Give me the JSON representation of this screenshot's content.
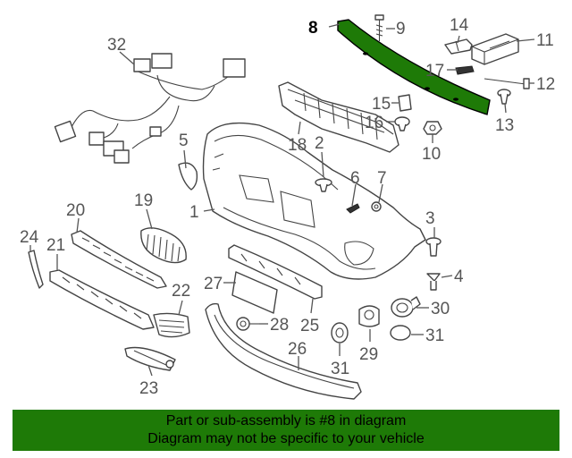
{
  "callouts": [
    {
      "id": "c1",
      "label": "1"
    },
    {
      "id": "c2",
      "label": "2"
    },
    {
      "id": "c3",
      "label": "3"
    },
    {
      "id": "c4",
      "label": "4"
    },
    {
      "id": "c5",
      "label": "5"
    },
    {
      "id": "c6",
      "label": "6"
    },
    {
      "id": "c7",
      "label": "7"
    },
    {
      "id": "c8",
      "label": "8"
    },
    {
      "id": "c9",
      "label": "9"
    },
    {
      "id": "c10",
      "label": "10"
    },
    {
      "id": "c11",
      "label": "11"
    },
    {
      "id": "c12",
      "label": "12"
    },
    {
      "id": "c13",
      "label": "13"
    },
    {
      "id": "c14",
      "label": "14"
    },
    {
      "id": "c15",
      "label": "15"
    },
    {
      "id": "c16",
      "label": "16"
    },
    {
      "id": "c17",
      "label": "17"
    },
    {
      "id": "c18",
      "label": "18"
    },
    {
      "id": "c19",
      "label": "19"
    },
    {
      "id": "c20",
      "label": "20"
    },
    {
      "id": "c21",
      "label": "21"
    },
    {
      "id": "c22",
      "label": "22"
    },
    {
      "id": "c23",
      "label": "23"
    },
    {
      "id": "c24",
      "label": "24"
    },
    {
      "id": "c25",
      "label": "25"
    },
    {
      "id": "c26",
      "label": "26"
    },
    {
      "id": "c27",
      "label": "27"
    },
    {
      "id": "c28",
      "label": "28"
    },
    {
      "id": "c29",
      "label": "29"
    },
    {
      "id": "c30",
      "label": "30"
    },
    {
      "id": "c31a",
      "label": "31"
    },
    {
      "id": "c31b",
      "label": "31"
    },
    {
      "id": "c32",
      "label": "32"
    }
  ],
  "highlight": {
    "part_number": "8",
    "color": "#1e7a07"
  },
  "footer": {
    "line1": "Part or sub-assembly is #8 in diagram",
    "line2": "Diagram may not be specific to your vehicle",
    "background": "#1e7a07"
  }
}
